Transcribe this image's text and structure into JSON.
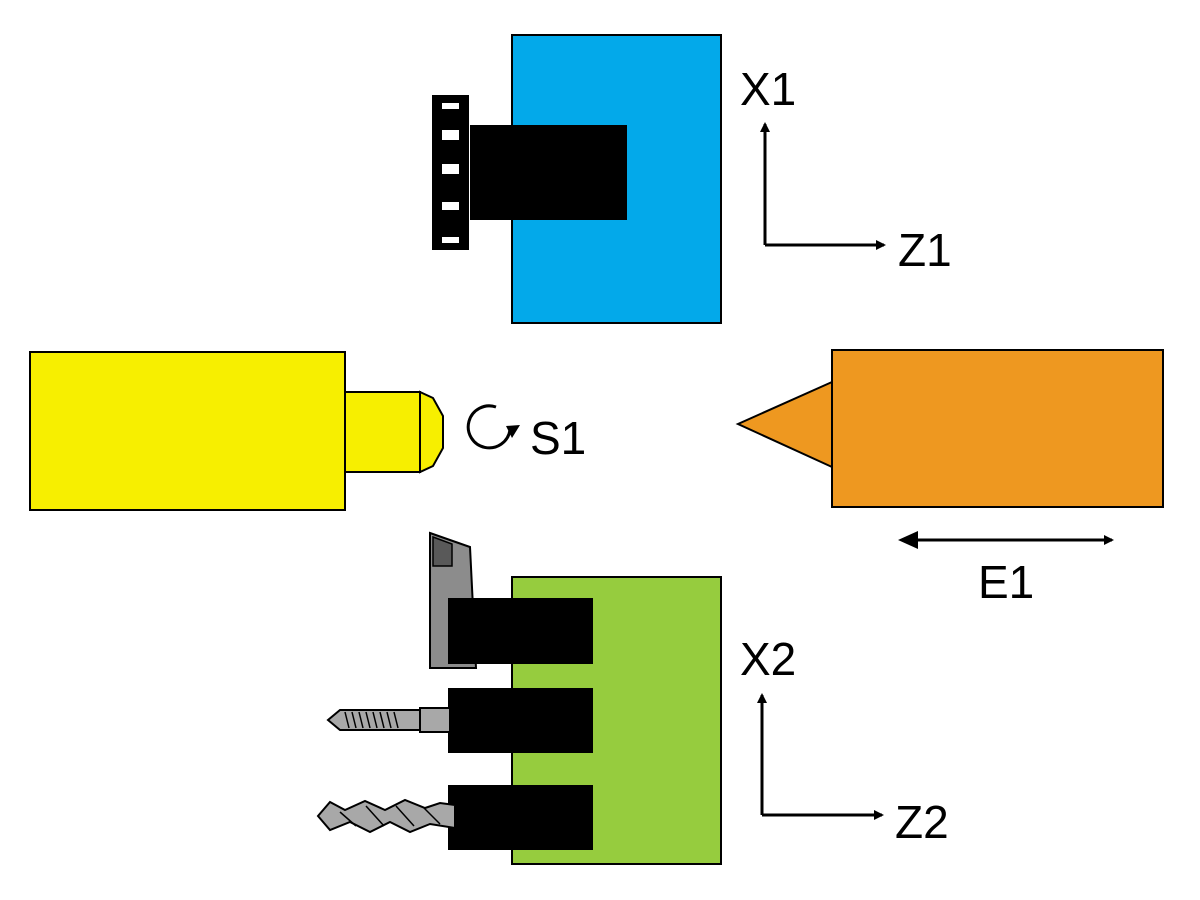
{
  "labels": {
    "x1": "X1",
    "z1": "Z1",
    "s1": "S1",
    "e1": "E1",
    "x2": "X2",
    "z2": "Z2"
  },
  "colors": {
    "upper_turret": "#03A9EA",
    "lower_turret": "#96CC3E",
    "spindle": "#F7EF00",
    "tailstock": "#EE9820",
    "tool_holder": "#000000",
    "insert": "#8C8C8C",
    "insert_dark": "#595959",
    "tap": "#A8A8A8",
    "drill": "#A8A8A8",
    "outline": "#000000"
  }
}
